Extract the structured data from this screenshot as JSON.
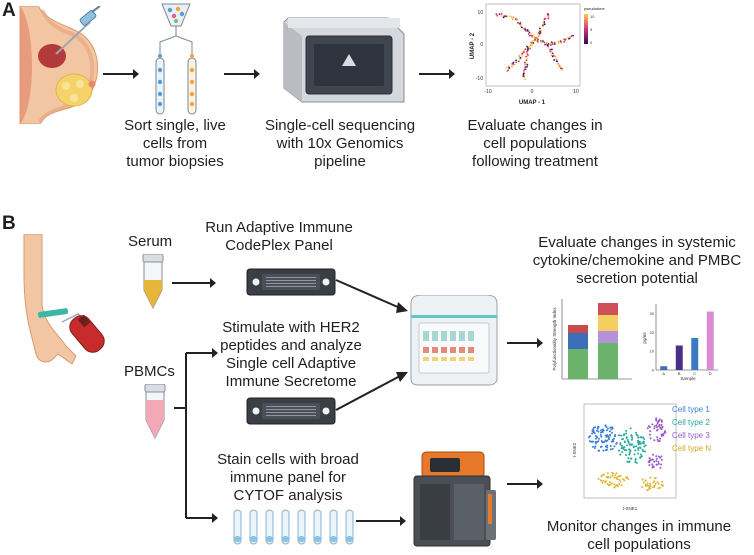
{
  "panel_a": {
    "letter": "A",
    "step1": "Sort single, live\ncells from\ntumor biopsies",
    "step2": "Single-cell sequencing\nwith 10x Genomics\npipeline",
    "step3": "Evaluate changes in\ncell populations\nfollowing treatment",
    "umap_xlabel": "UMAP - 1",
    "umap_ylabel": "UMAP - 2",
    "umap_legend_title": "pseudotime",
    "umap_xticks": [
      "-10",
      "0",
      "10"
    ],
    "umap_yticks": [
      "10",
      "0",
      "-10"
    ],
    "umap_colorbar_ticks": [
      "10",
      "5",
      "0"
    ]
  },
  "panel_b": {
    "letter": "B",
    "serum_label": "Serum",
    "pbmc_label": "PBMCs",
    "step_codeplex": "Run Adaptive Immune\nCodePlex Panel",
    "step_her2": "Stimulate with HER2\npeptides and analyze\nSingle cell Adaptive\nImmune Secretome",
    "step_cytof": "Stain cells with broad\nimmune panel for\nCYTOF analysis",
    "eval_title": "Evaluate changes in systemic\ncytokine/chemokine and PMBC\nsecretion potential",
    "monitor_title": "Monitor changes in immune\ncell populations",
    "psi_ylabel": "Polyfunctionality Strength Index",
    "bar_chart_ylabel": "pg/ml",
    "bar_chart_xlabel": "Sample",
    "tsne_xlabel": "t-SNE1",
    "tsne_ylabel": "t-SNE2",
    "legend": [
      "Cell type 1",
      "Cell type 2",
      "Cell type 3",
      "Cell type N"
    ]
  },
  "colors": {
    "tube_blue": "#5b9bd5",
    "tube_orange": "#f4a340",
    "cell_type_1": "#3c7fd6",
    "cell_type_2": "#21a89a",
    "cell_type_3": "#9b59c9",
    "cell_type_n": "#e0b533"
  },
  "chart_data": {
    "type": "bar",
    "categories": [
      "A",
      "B",
      "C",
      "D"
    ],
    "values": [
      2,
      13,
      17,
      31
    ],
    "ylim": [
      0,
      35
    ],
    "xlabel": "Sample",
    "ylabel": "pg/ml",
    "yticks": [
      "30",
      "20",
      "10",
      "0"
    ]
  }
}
